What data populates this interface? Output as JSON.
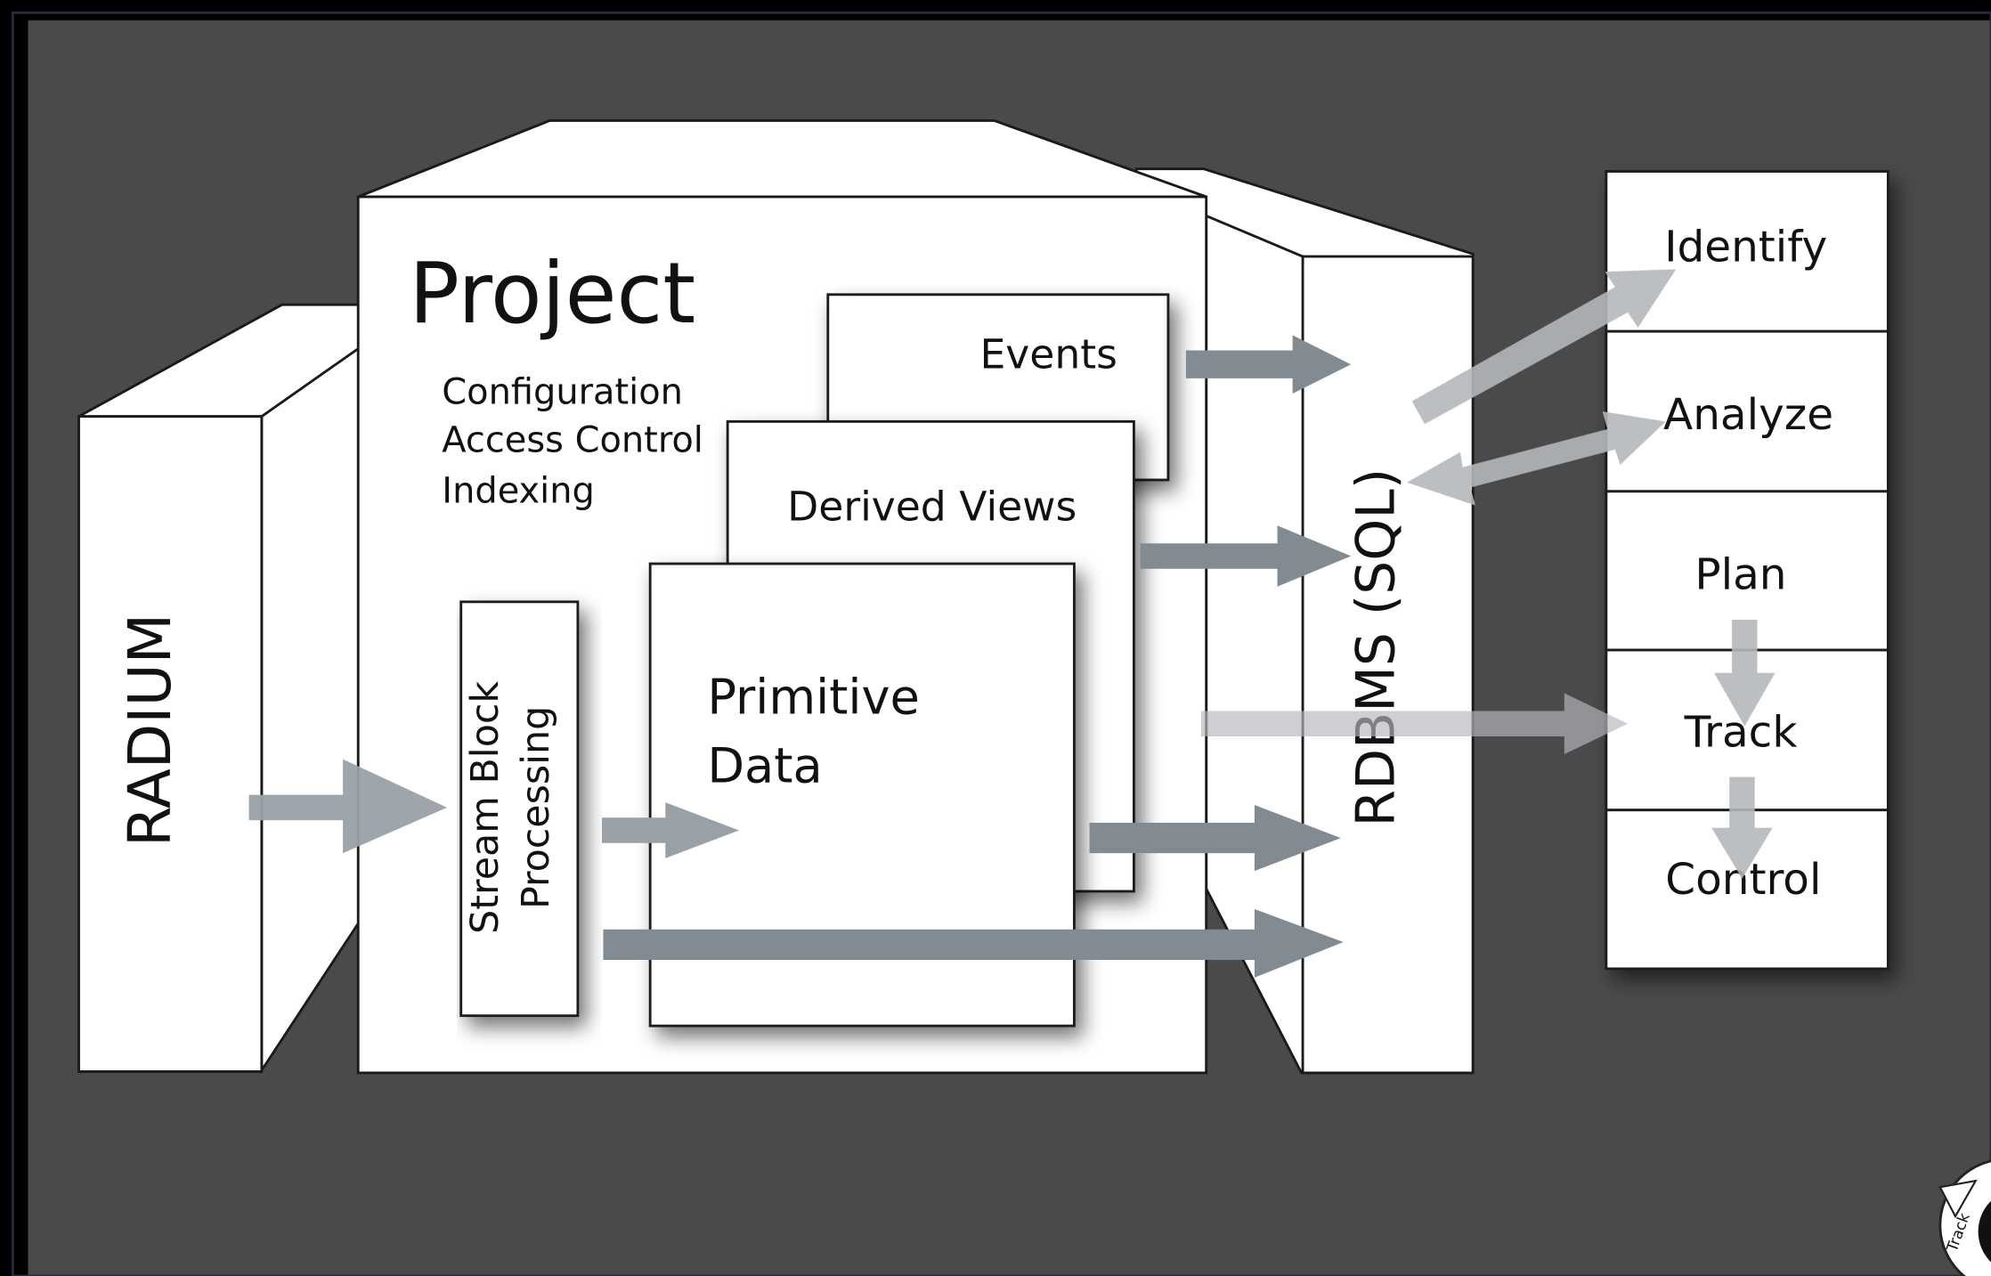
{
  "diagram": {
    "radium_label": "RADIUM",
    "project_title": "Project",
    "project_features": [
      "Configuration",
      "Access Control",
      "Indexing"
    ],
    "events_label": "Events",
    "derived_views_label": "Derived Views",
    "primitive_data_label": [
      "Primitive",
      "Data"
    ],
    "stream_block_label": [
      "Stream Block",
      "Processing"
    ],
    "rdbms_label": "RDBMS (SQL)",
    "stages": [
      "Identify",
      "Analyze",
      "Plan",
      "Track",
      "Control"
    ],
    "badge_text": "Track"
  },
  "colors": {
    "outer_frame": "#000000",
    "background": "#4a4a4a",
    "box_fill": "#ffffff",
    "box_stroke": "#1a1a1a",
    "arrow_dark": "#828b92",
    "arrow_light": "#b4b8bc",
    "text": "#111111"
  }
}
